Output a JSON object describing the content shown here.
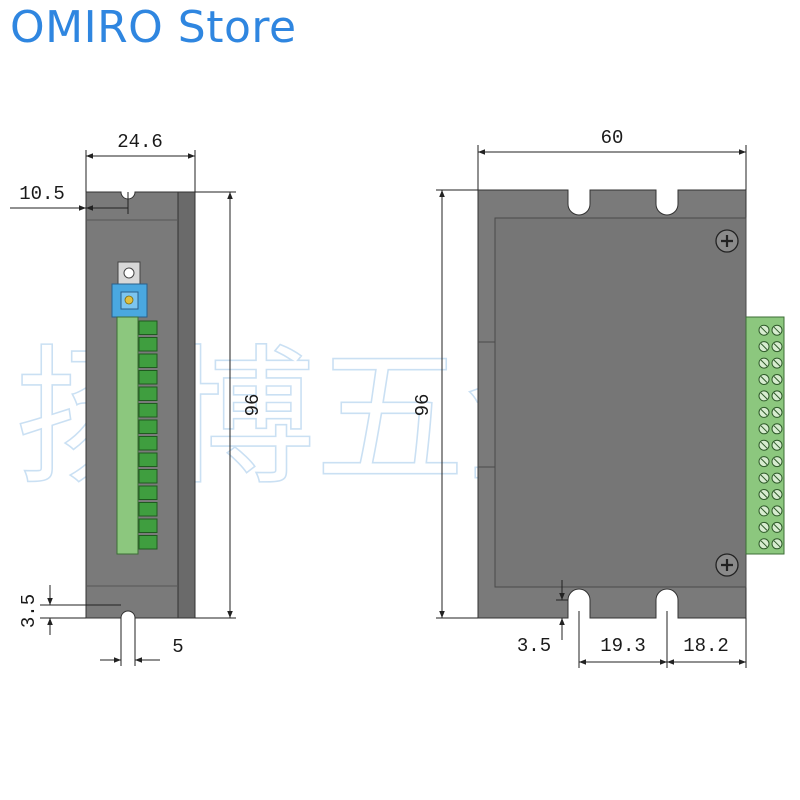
{
  "header": {
    "store_name": "OMIRO Store"
  },
  "watermark": {
    "text": "扬博五金"
  },
  "colors": {
    "body": "#7a7a7a",
    "body_dark": "#686868",
    "terminal_green": "#3f9e3f",
    "terminal_strip": "#8cc77e",
    "switch_blue": "#4aa8e0",
    "title_blue": "#2f86e0"
  },
  "side_view": {
    "dims": {
      "width_total": "24.6",
      "slot_offset": "10.5",
      "height": "96",
      "slot_depth": "3.5",
      "slot_width": "5"
    },
    "terminal_count": 14
  },
  "front_view": {
    "dims": {
      "width": "60",
      "height": "96",
      "slot_depth": "3.5",
      "slot_spacing": "19.3",
      "slot_edge": "18.2"
    },
    "terminal_count": 14
  }
}
